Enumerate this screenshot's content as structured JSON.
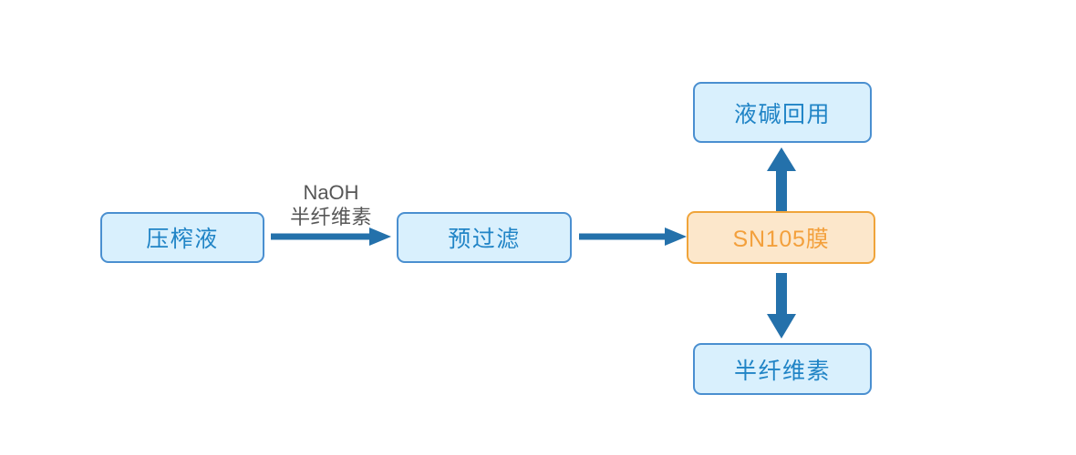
{
  "diagram": {
    "title": "SN105 membrane hemicellulose / caustic recovery flow",
    "background_color": "#ffffff",
    "palette": {
      "box_blue_fill": "#d9f0fd",
      "box_blue_border": "#4a8fd0",
      "box_blue_text": "#2084c6",
      "box_orange_fill": "#fce7cb",
      "box_orange_border": "#f0a43a",
      "box_orange_text": "#f3a03c",
      "arrow_color": "#2471ab",
      "label_text": "#565656"
    },
    "nodes": [
      {
        "id": "press_liquor",
        "label": "压榨液",
        "style": "blue"
      },
      {
        "id": "prefilter",
        "label": "预过滤",
        "style": "blue"
      },
      {
        "id": "sn105",
        "label": "SN105膜",
        "style": "orange"
      },
      {
        "id": "caustic",
        "label": "液碱回用",
        "style": "blue"
      },
      {
        "id": "hemicell",
        "label": "半纤维素",
        "style": "blue"
      }
    ],
    "edge_label": {
      "line1": "NaOH",
      "line2": "半纤维素"
    },
    "arrows": [
      {
        "id": "press-to-prefilter",
        "direction": "right"
      },
      {
        "id": "prefilter-to-sn105",
        "direction": "right"
      },
      {
        "id": "sn105-to-caustic",
        "direction": "up"
      },
      {
        "id": "sn105-to-hemicell",
        "direction": "down"
      }
    ]
  }
}
